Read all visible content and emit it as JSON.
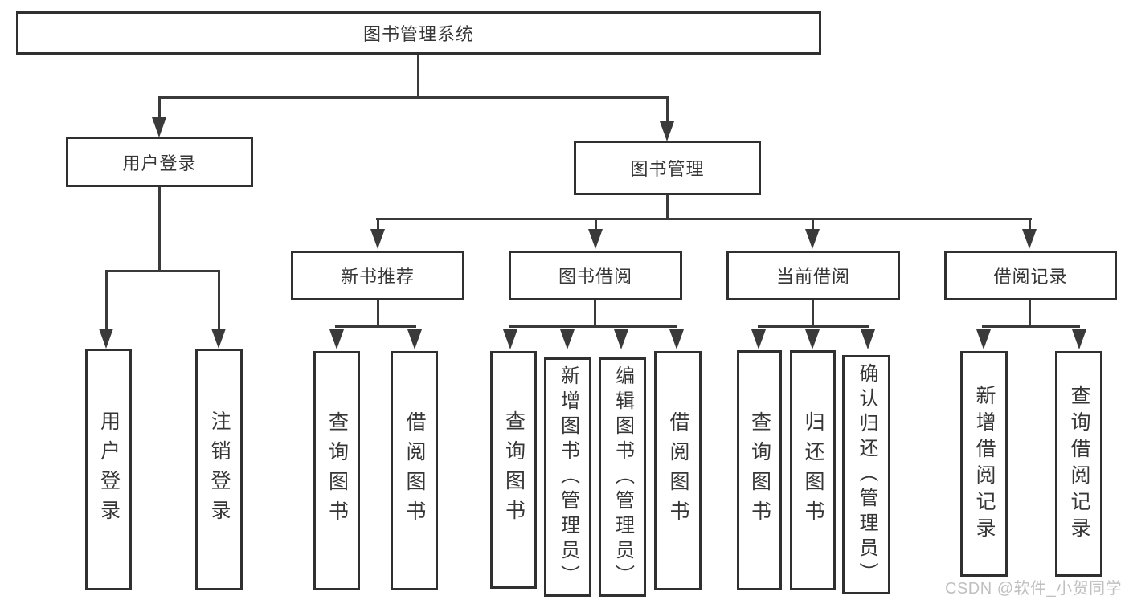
{
  "tree": {
    "root": {
      "label": "图书管理系统",
      "children": [
        {
          "label": "用户登录",
          "children": [
            {
              "label": "用户登录"
            },
            {
              "label": "注销登录"
            }
          ]
        },
        {
          "label": "图书管理",
          "children": [
            {
              "label": "新书推荐",
              "children": [
                {
                  "label": "查询图书"
                },
                {
                  "label": "借阅图书"
                }
              ]
            },
            {
              "label": "图书借阅",
              "children": [
                {
                  "label": "查询图书"
                },
                {
                  "label": "新增图书（管理员）"
                },
                {
                  "label": "编辑图书（管理员）"
                },
                {
                  "label": "借阅图书"
                }
              ]
            },
            {
              "label": "当前借阅",
              "children": [
                {
                  "label": "查询图书"
                },
                {
                  "label": "归还图书"
                },
                {
                  "label": "确认归还（管理员）"
                }
              ]
            },
            {
              "label": "借阅记录",
              "children": [
                {
                  "label": "新增借阅记录"
                },
                {
                  "label": "查询借阅记录"
                }
              ]
            }
          ]
        }
      ]
    }
  },
  "watermark": {
    "text": "CSDN @软件_小贺同学"
  },
  "colors": {
    "box_border": "#303030",
    "connector": "#3a3a3a",
    "text": "#363636",
    "watermark": "#c0c0c0",
    "background": "#ffffff"
  }
}
